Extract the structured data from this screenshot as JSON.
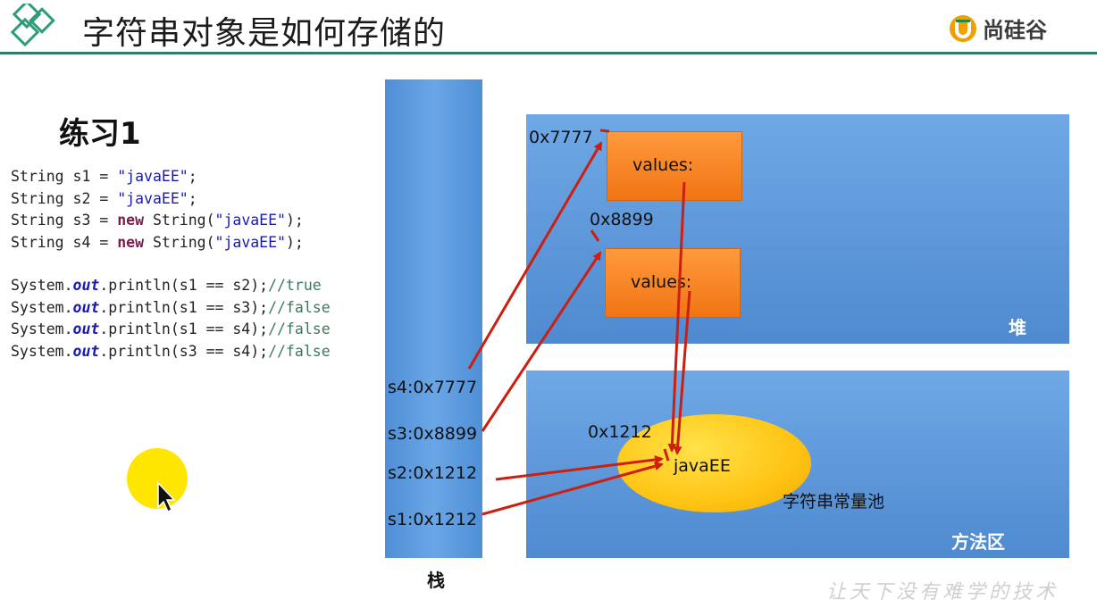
{
  "header": {
    "title": "字符串对象是如何存储的",
    "brand": "尚硅谷",
    "brand_icon": "u-logo-icon",
    "rule_color": "#2e7d6a"
  },
  "exercise_title": "练习1",
  "code": {
    "lines": [
      [
        [
          "t",
          "String s1 = "
        ],
        [
          "s",
          "\"javaEE\""
        ],
        [
          "t",
          ";"
        ]
      ],
      [
        [
          "t",
          "String s2 = "
        ],
        [
          "s",
          "\"javaEE\""
        ],
        [
          "t",
          ";"
        ]
      ],
      [
        [
          "t",
          "String s3 = "
        ],
        [
          "k",
          "new"
        ],
        [
          "t",
          " String("
        ],
        [
          "s",
          "\"javaEE\""
        ],
        [
          "t",
          ");"
        ]
      ],
      [
        [
          "t",
          "String s4 = "
        ],
        [
          "k",
          "new"
        ],
        [
          "t",
          " String("
        ],
        [
          "s",
          "\"javaEE\""
        ],
        [
          "t",
          ");"
        ]
      ],
      [],
      [
        [
          "t",
          "System."
        ],
        [
          "f",
          "out"
        ],
        [
          "t",
          ".println(s1 == s2);"
        ],
        [
          "c",
          "//true"
        ]
      ],
      [
        [
          "t",
          "System."
        ],
        [
          "f",
          "out"
        ],
        [
          "t",
          ".println(s1 == s3);"
        ],
        [
          "c",
          "//false"
        ]
      ],
      [
        [
          "t",
          "System."
        ],
        [
          "f",
          "out"
        ],
        [
          "t",
          ".println(s1 == s4);"
        ],
        [
          "c",
          "//false"
        ]
      ],
      [
        [
          "t",
          "System."
        ],
        [
          "f",
          "out"
        ],
        [
          "t",
          ".println(s3 == s4);"
        ],
        [
          "c",
          "//false"
        ]
      ]
    ]
  },
  "diagram": {
    "stack_label": "栈",
    "heap_label": "堆",
    "method_area_label": "方法区",
    "stack_vars": {
      "s4": "s4:0x7777",
      "s3": "s3:0x8899",
      "s2": "s2:0x1212",
      "s1": "s1:0x1212"
    },
    "heap_objects": {
      "obj1_addr": "0x7777",
      "obj1_field": "values:",
      "obj2_addr": "0x8899",
      "obj2_field": "values:"
    },
    "pool": {
      "addr": "0x1212",
      "value": "javaEE",
      "label": "字符串常量池"
    },
    "colors": {
      "region_blue": "#5a96dc",
      "object_orange": "#f58220",
      "pool_yellow": "#ffc414",
      "arrow_red": "#cc1f10"
    }
  },
  "watermark": "让天下没有难学的技术"
}
